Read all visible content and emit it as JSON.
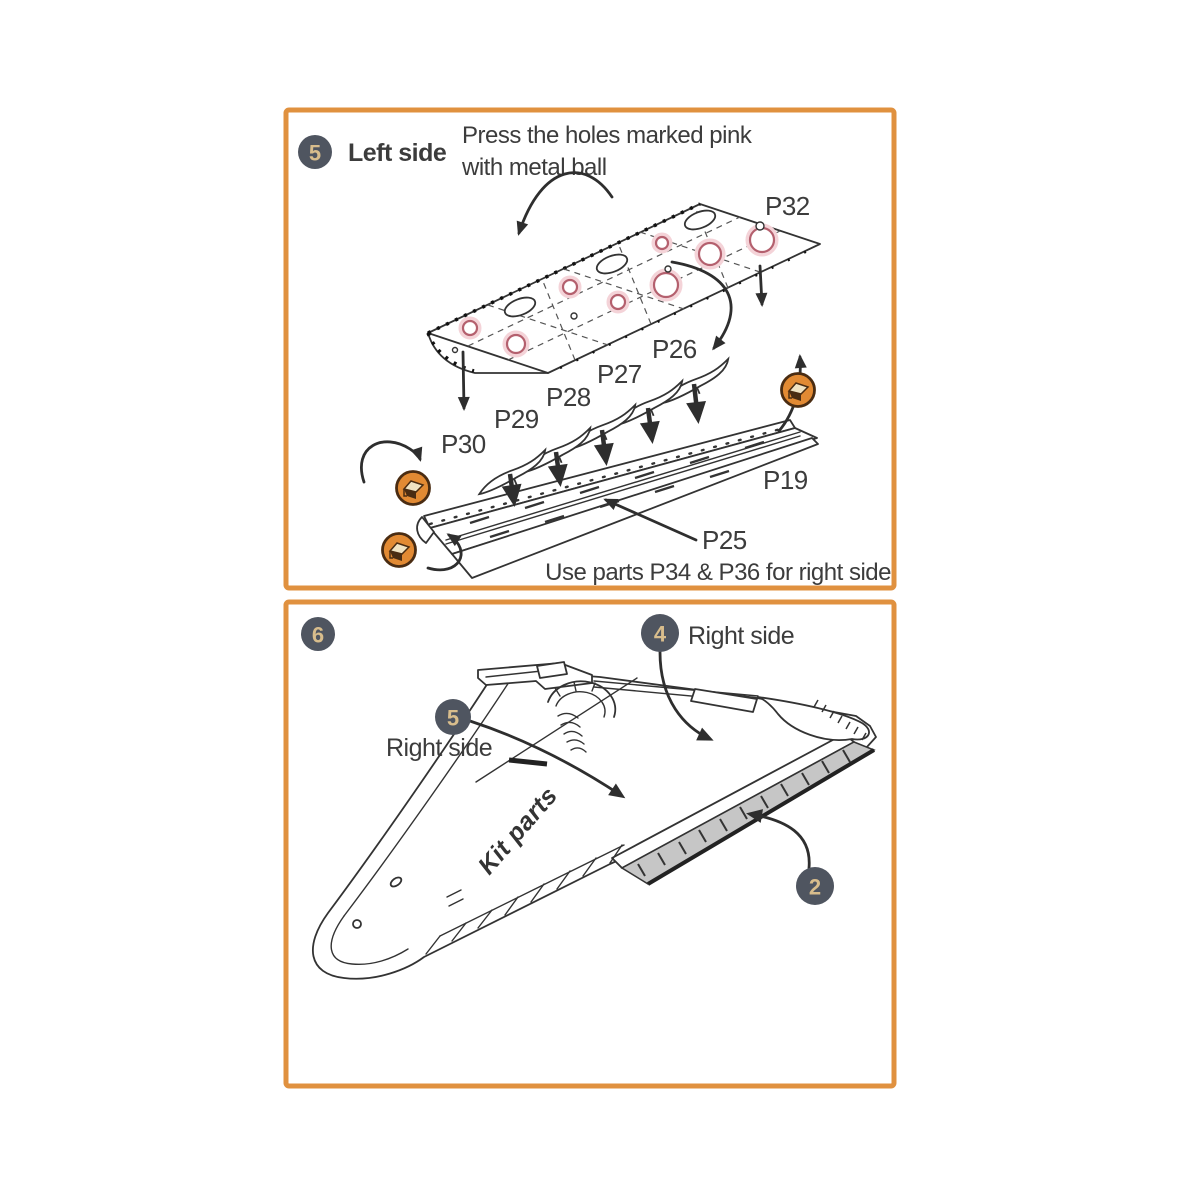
{
  "colors": {
    "panel_border": "#E0913F",
    "badge_bg": "#4F5560",
    "badge_text": "#D8BD8C",
    "ink": "#3C3C3C",
    "line": "#2E2E2E",
    "pink": "#B4606E",
    "pink_halo": "#F4D3D8",
    "icon_orange": "#E28A33",
    "icon_ring": "#4A2C12",
    "flap_gray": "#C6C6C6"
  },
  "icons": {
    "bend_part": "bend-part-icon"
  },
  "panel_step5": {
    "step_number": "5",
    "side_title": "Left side",
    "instruction_line1": "Press the holes marked pink",
    "instruction_line2": "with metal ball",
    "part_labels": {
      "p32": "P32",
      "p26": "P26",
      "p27": "P27",
      "p28": "P28",
      "p29": "P29",
      "p30": "P30",
      "p19": "P19",
      "p25": "P25"
    },
    "footnote": "Use parts P34 & P36 for right side"
  },
  "panel_step6": {
    "step_number": "6",
    "kit_parts_label": "Kit parts",
    "callouts": {
      "c4": {
        "number": "4",
        "label": "Right side"
      },
      "c5": {
        "number": "5",
        "label": "Right side"
      },
      "c2": {
        "number": "2"
      }
    }
  }
}
